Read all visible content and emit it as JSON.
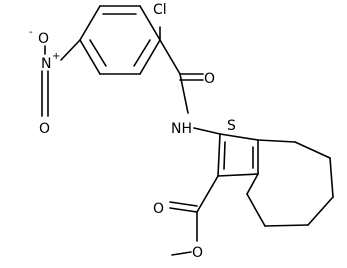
{
  "molecule": {
    "atoms": {
      "cl": "Cl",
      "o_amide": "O",
      "nh": "NH",
      "s": "S",
      "o_ester_carbonyl": "O",
      "o_ester_single": "O",
      "nitro_n": "N",
      "nitro_o_top": "O",
      "nitro_o_bottom": "O",
      "nitro_charge_o": "-",
      "nitro_charge_n": "+"
    }
  }
}
